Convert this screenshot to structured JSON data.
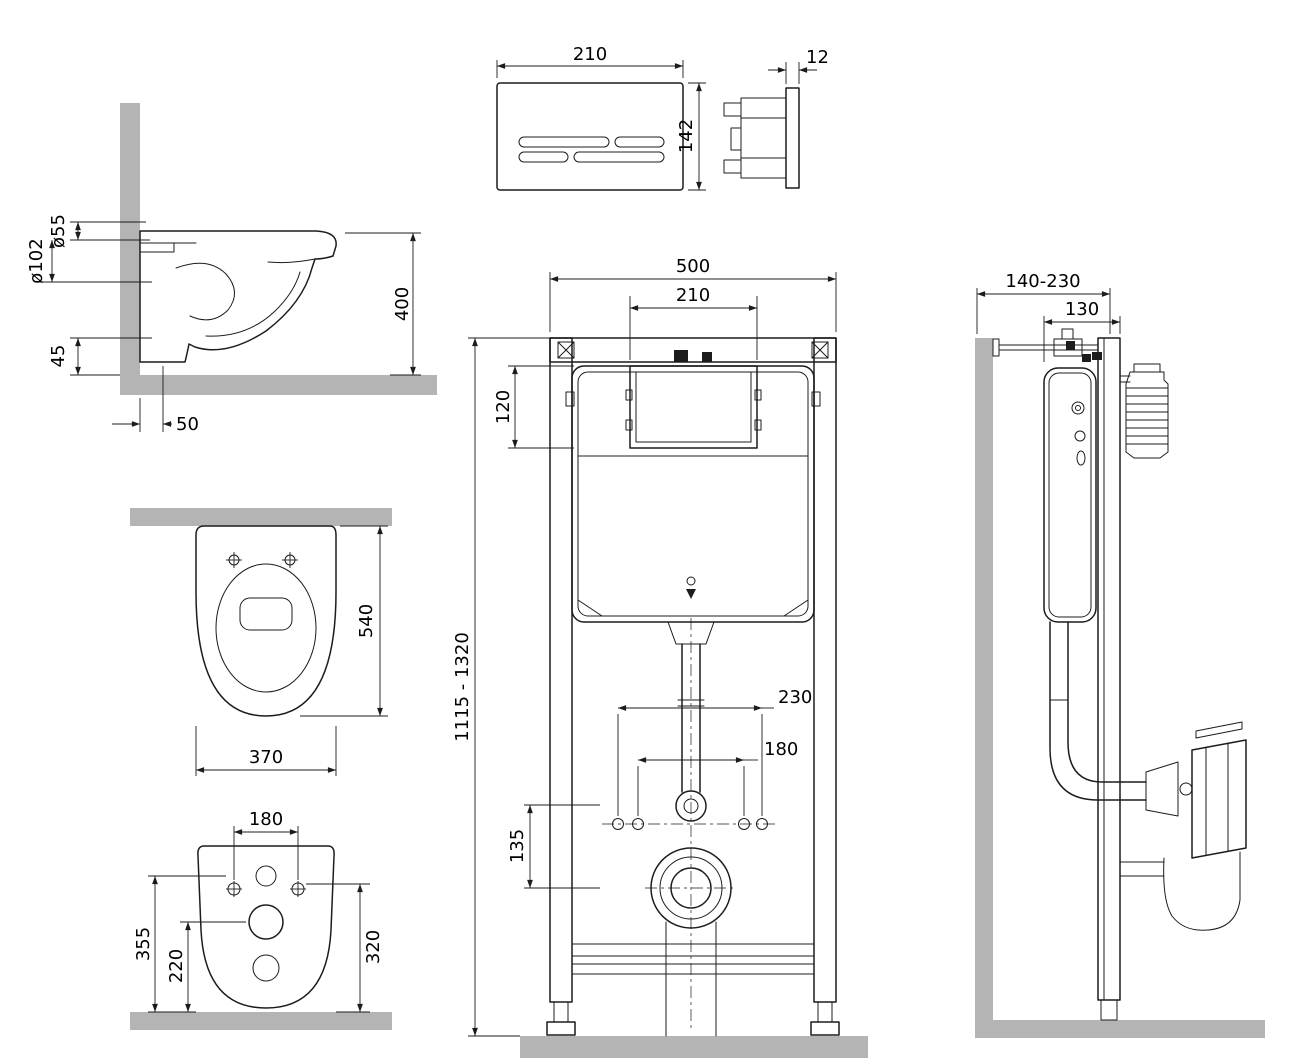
{
  "colors": {
    "wall_fill": "#b4b4b4",
    "line": "#1c1c1c"
  },
  "views": {
    "flush_plate_front": {
      "width": "210",
      "height": "142"
    },
    "flush_plate_side": {
      "thickness": "12"
    },
    "toilet_side": {
      "inlet_diameter": "ø55",
      "outlet_diameter": "ø102",
      "height": "400",
      "outlet_offset": "45",
      "wall_distance": "50"
    },
    "toilet_top": {
      "depth": "540",
      "width": "370"
    },
    "toilet_rear": {
      "bolt_spacing": "180",
      "height_total": "355",
      "outlet_height": "220",
      "side_height": "320"
    },
    "frame_front": {
      "width": "500",
      "window_width": "210",
      "window_height": "120",
      "height_range": "1115 - 1320",
      "anchor_spacing_outer": "230",
      "anchor_spacing_inner": "180",
      "outlet_center_height": "135"
    },
    "frame_side": {
      "depth_range": "140-230",
      "frame_depth": "130"
    }
  }
}
